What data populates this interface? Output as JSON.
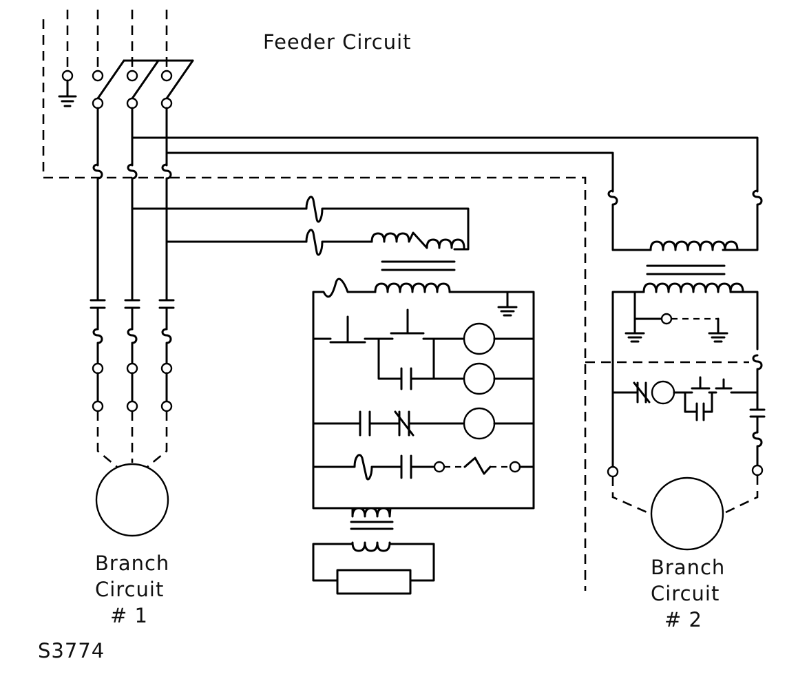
{
  "diagram": {
    "title": "Feeder Circuit",
    "branch1": {
      "line1": "Branch",
      "line2": "Circuit",
      "line3": "# 1"
    },
    "branch2": {
      "line1": "Branch",
      "line2": "Circuit",
      "line3": "# 2"
    },
    "drawing_id": "S3774"
  }
}
